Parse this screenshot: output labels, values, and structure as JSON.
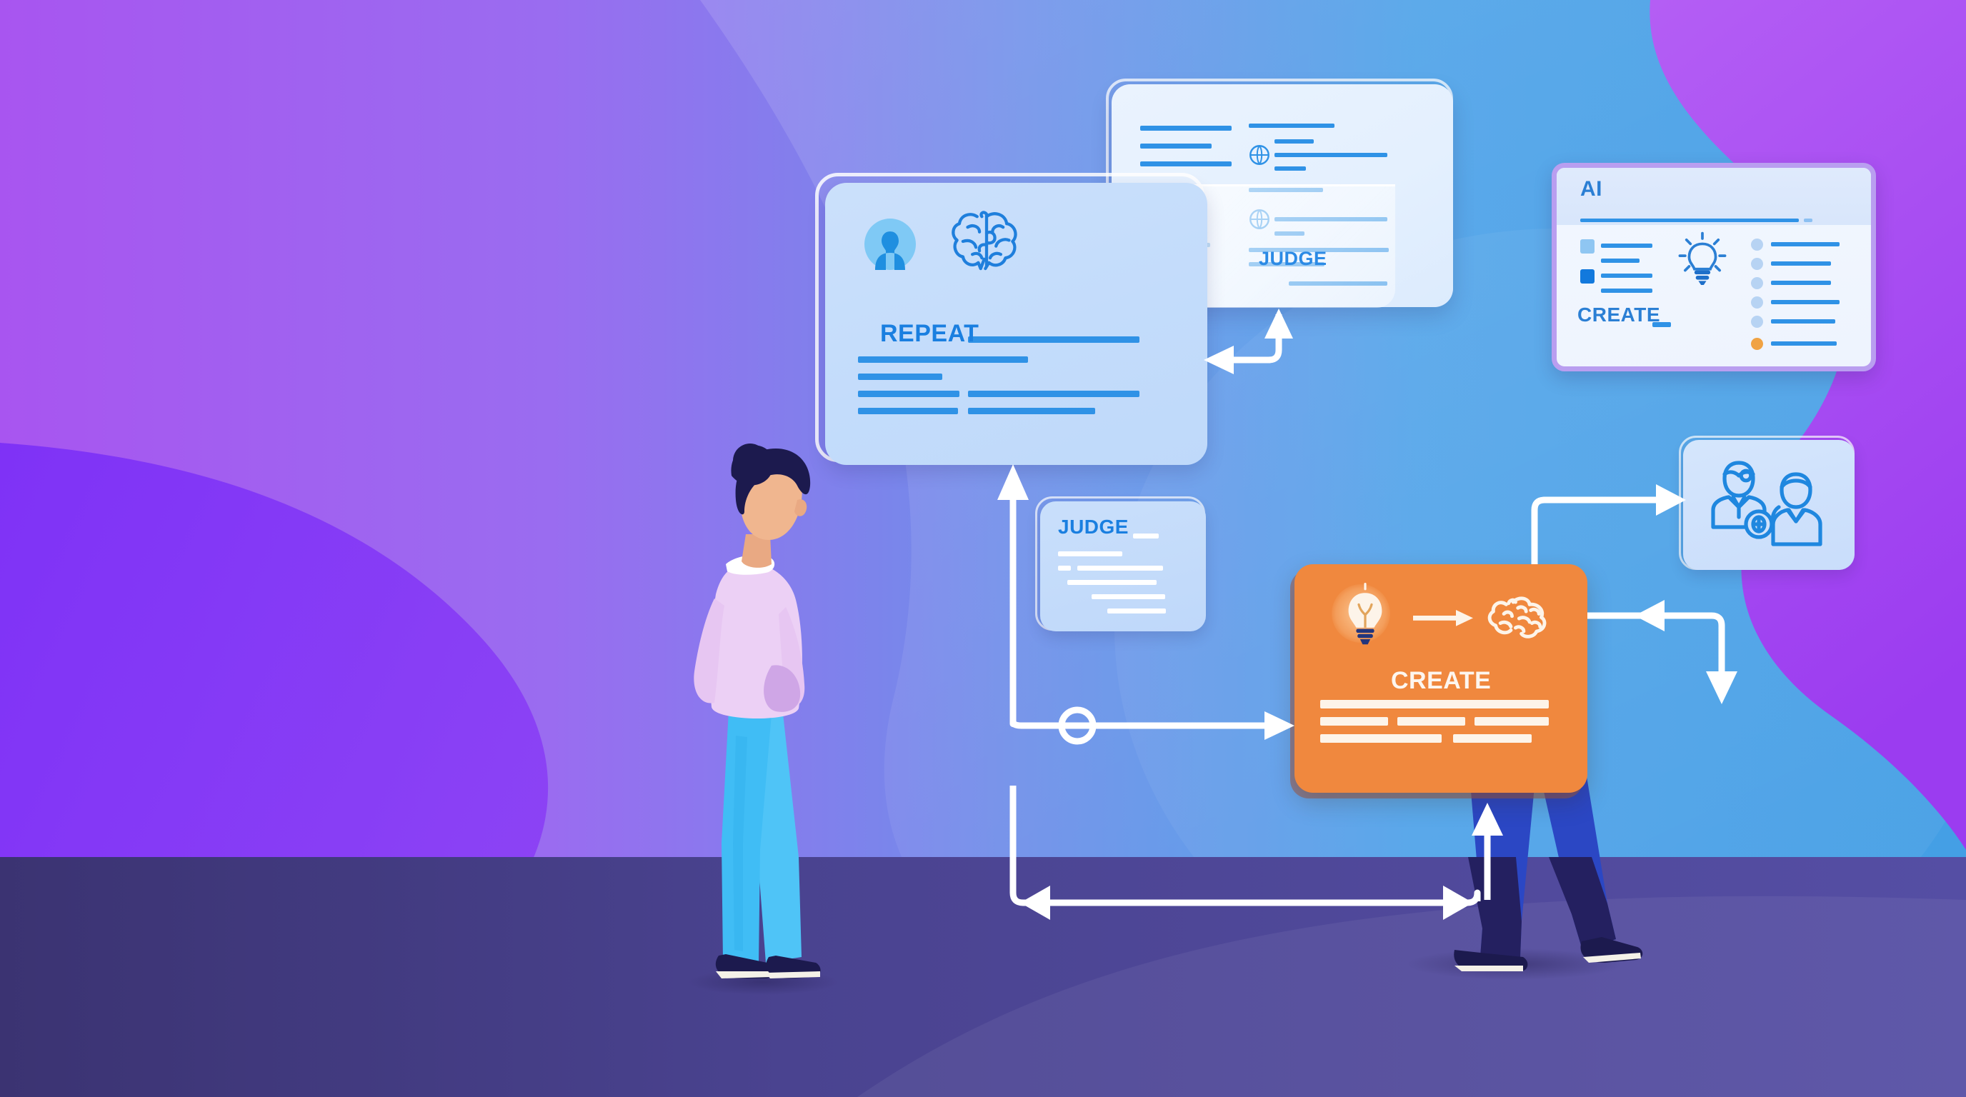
{
  "scene": {
    "title": "AI creative workflow illustration",
    "background": {
      "purple": "#a855f0",
      "purple_deep": "#7b2ff7",
      "blue": "#3f9ae5",
      "blue_light": "#6aa9ee",
      "floor": "#4a4490",
      "floor_dark": "#3c3678"
    }
  },
  "cards": {
    "repeat": {
      "label": "REPEAT",
      "icons": [
        "user-avatar-icon",
        "brain-icon"
      ],
      "accent": "#1a7fe0",
      "background": "#c6ddfa",
      "text_lines": 6
    },
    "judge_top": {
      "label": "JUDGE",
      "icons": [
        "globe-icon",
        "globe-icon"
      ],
      "accent": "#2b8ae5",
      "background": "#e7f1fe",
      "text_lines": 14
    },
    "judge_small": {
      "label": "JUDGE",
      "accent": "#1a7fe0",
      "background": "#c4daf9",
      "text_lines": 6
    },
    "ai": {
      "label": "AI",
      "sublabel": "CREATE",
      "icon": "lightbulb-icon",
      "accent": "#2b7fd4",
      "border": "#b99ef0",
      "bullet_dot_highlight": "#f0a243",
      "bullet_count": 6,
      "checkbox_count": 2
    },
    "create": {
      "label": "CREATE",
      "icons": [
        "lightbulb-icon",
        "arrow-right-icon",
        "brain-icon"
      ],
      "background": "#f0883e",
      "text_color": "#fdf4e9",
      "text_lines": 6
    },
    "people": {
      "icons": [
        "person-with-glasses-icon",
        "person-icon",
        "gear-badge-icon"
      ],
      "accent": "#1f87df",
      "background": "#cfe2fb"
    }
  },
  "connectors": [
    {
      "name": "judge-top-to-repeat",
      "type": "elbow-arrow",
      "direction": "left"
    },
    {
      "name": "repeat-up-arrow",
      "type": "elbow-arrow",
      "direction": "up"
    },
    {
      "name": "hub-to-create",
      "type": "line-arrow",
      "direction": "right",
      "marker": "circle-node"
    },
    {
      "name": "create-to-people",
      "type": "elbow-arrow",
      "direction": "right"
    },
    {
      "name": "create-return-loop",
      "type": "elbow-arrow",
      "direction": "left-down"
    },
    {
      "name": "create-bottom-up-arrow",
      "type": "elbow-arrow",
      "direction": "up"
    },
    {
      "name": "bottom-double-arrow",
      "type": "double-arrow",
      "direction": "both"
    }
  ],
  "figures": [
    {
      "name": "standing-woman",
      "hair": "#1c1a4e",
      "skin": "#e9a983",
      "top": "#e9c8f2",
      "pants": "#40bdf5",
      "shoes": "#1c1a4e"
    },
    {
      "name": "standing-man-behind-card",
      "pants": "#2b47c4",
      "shoes": "#1c1a4e"
    }
  ]
}
